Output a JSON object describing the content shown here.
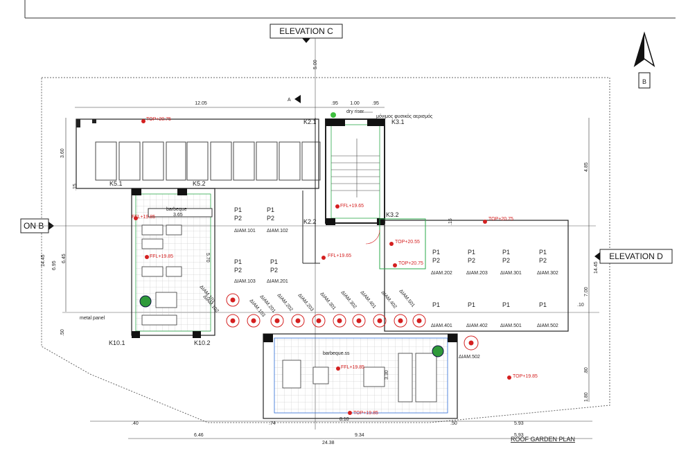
{
  "elevations": {
    "top": "ELEVATION C",
    "right": "ELEVATION D",
    "left": "ON B"
  },
  "north_symbol": "north-arrow-icon",
  "plan_title": "ROOF GARDEN PLAN",
  "notes": {
    "dry_riser": "dry riser",
    "gas_meter": "μόνιμος φυσικός αερισμός",
    "metal_panel": "metal panel",
    "barbeque_1": "barbeque",
    "barbeque_2": "barbeque.ss",
    "section_a": "A"
  },
  "columns": [
    "K5.1",
    "K5.2",
    "K2.1",
    "K3.1",
    "K2.2",
    "K3.2",
    "K10.1",
    "K10.2"
  ],
  "levels": {
    "top_a": "TOP+20.75",
    "top_b": "TOP+20.75",
    "top_c": "TOP+20.55",
    "top_d": "TOP+20.75",
    "top_e": "TOP+19.85",
    "top_f": "TOP+19.85",
    "ffl_a": "FFL+19.65",
    "ffl_b": "FFL+19.65",
    "ffl_c": "FFL+19.85",
    "ffl_d": "FFL+19.85",
    "ffl_e": "FFL+19.85"
  },
  "units_row1": [
    "ΔΙΑΜ.101",
    "ΔΙΑΜ.102"
  ],
  "units_row2": [
    "ΔΙΑΜ.103",
    "ΔΙΑΜ.201"
  ],
  "units_row3": [
    "ΔΙΑΜ.202",
    "ΔΙΑΜ.203",
    "ΔΙΑΜ.301",
    "ΔΙΑΜ.302"
  ],
  "units_row4": [
    "ΔΙΑΜ.401",
    "ΔΙΑΜ.402",
    "ΔΙΑΜ.501",
    "ΔΙΑΜ.502"
  ],
  "unit_diag": [
    "ΔΙΑΜ.201",
    "ΔΙΑΜ.202",
    "ΔΙΑΜ.203",
    "ΔΙΑΜ.301",
    "ΔΙΑΜ.302",
    "ΔΙΑΜ.401",
    "ΔΙΑΜ.402",
    "ΔΙΑΜ.501",
    "ΔΙΑΜ.101",
    "ΔΙΑΜ.102",
    "ΔΙΑΜ.103"
  ],
  "unit_single": "ΔΙΑΜ.502",
  "p_labels": {
    "p1": "P1",
    "p2": "P2"
  },
  "dims": {
    "top_12_05": "12.05",
    "top_95a": ".95",
    "top_1_00": "1.00",
    "top_95b": ".95",
    "v_5_00": "5.00",
    "v_3_60": "3.60",
    "v_14_45": "14.45",
    "v_6_95": "6.95",
    "v_6_45": "6.45",
    "v_4_85": "4.85",
    "v_14_45r": "14.45",
    "v_7_00": "7.00",
    "v_80": ".80",
    "v_1_80": "1.80",
    "v_50": ".50",
    "v_5_70": "5.70",
    "v_3_65": "3.65",
    "v_3_30": "3.30",
    "b_40": ".40",
    "b_74": ".74",
    "b_8_10": "8.10",
    "b_50": ".50",
    "b_5_93": "5.93",
    "b_6_46": "6.46",
    "b_9_34": "9.34",
    "b_5_93b": "5.93",
    "b_24_38": "24.38",
    "v_15": ".15",
    "v_15b": ".15",
    "v_10": ".10"
  }
}
